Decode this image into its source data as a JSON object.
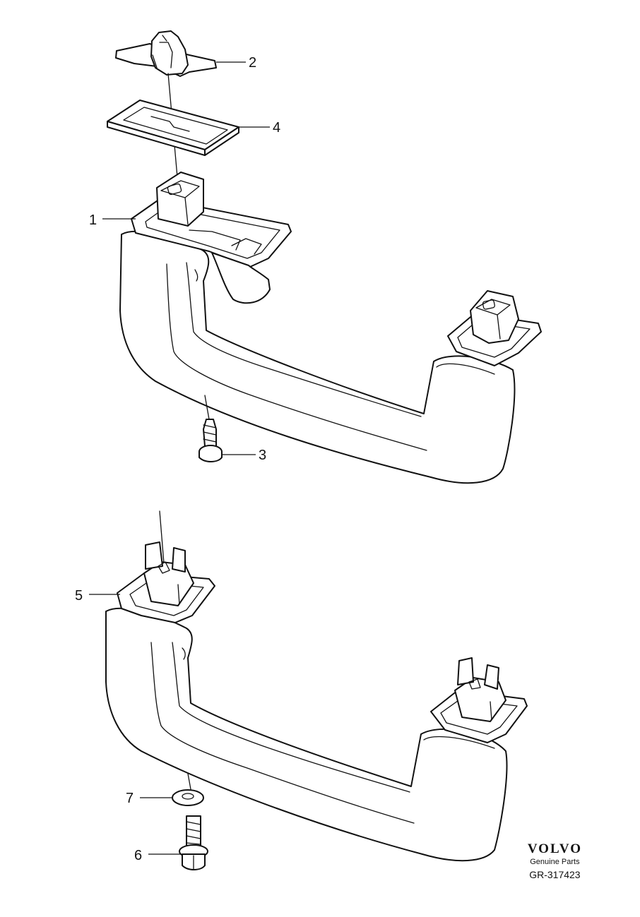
{
  "callouts": {
    "c1": "1",
    "c2": "2",
    "c3": "3",
    "c4": "4",
    "c5": "5",
    "c6": "6",
    "c7": "7"
  },
  "brand": {
    "logo": "VOLVO",
    "subtitle": "Genuine Parts",
    "reference": "GR-317423"
  },
  "colors": {
    "line": "#111111",
    "background": "#ffffff"
  }
}
